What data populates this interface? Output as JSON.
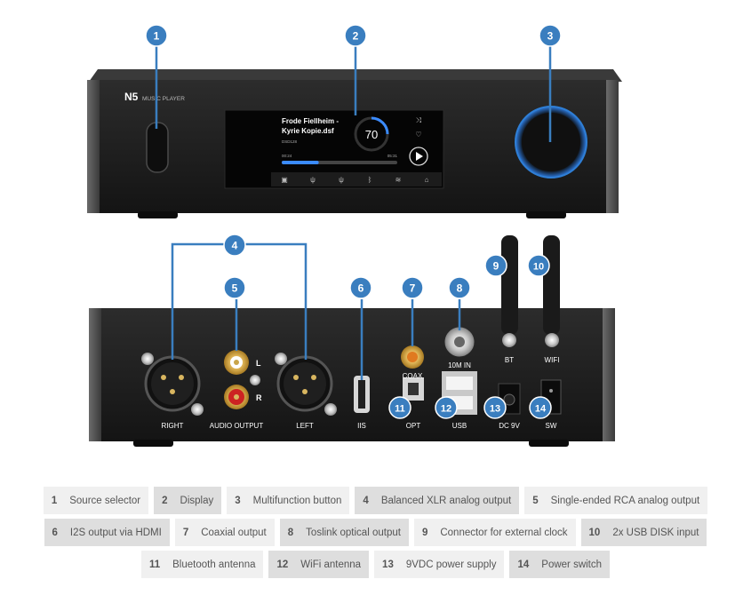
{
  "device": {
    "brand": "N5",
    "model": "MUSIC PLAYER",
    "screen": {
      "track_title_line1": "Frode Fiellheim -",
      "track_title_line2": "Kyrie Kopie.dsf",
      "format": "DSD128",
      "volume": "70",
      "time_elapsed": "00:24",
      "time_total": "05:31",
      "progress": 0.32,
      "bottom_bar_icons": [
        "folder-icon",
        "usb-icon",
        "usb-icon",
        "bluetooth-icon",
        "wifi-icon",
        "network-icon"
      ]
    }
  },
  "callouts": [
    "1",
    "2",
    "3",
    "4",
    "5",
    "6",
    "7",
    "8",
    "9",
    "10",
    "11",
    "12",
    "13",
    "14"
  ],
  "port_labels": {
    "l": "L",
    "r": "R",
    "right": "RIGHT",
    "audio_output": "AUDIO OUTPUT",
    "left": "LEFT",
    "iis": "IIS",
    "coax": "COAX",
    "opt": "OPT",
    "tenm_in": "10M IN",
    "usb": "USB",
    "dc9v": "DC 9V",
    "sw": "SW",
    "bt": "BT",
    "wifi": "WIFI"
  },
  "legend": [
    [
      {
        "num": "1",
        "label": "Source selector",
        "shade": "light"
      },
      {
        "num": "2",
        "label": "Display",
        "shade": "dark"
      },
      {
        "num": "3",
        "label": "Multifunction button",
        "shade": "light"
      },
      {
        "num": "4",
        "label": "Balanced XLR analog output",
        "shade": "dark"
      },
      {
        "num": "5",
        "label": "Single-ended RCA analog output",
        "shade": "light"
      }
    ],
    [
      {
        "num": "6",
        "label": "I2S output via HDMI",
        "shade": "dark"
      },
      {
        "num": "7",
        "label": "Coaxial output",
        "shade": "light"
      },
      {
        "num": "8",
        "label": "Toslink optical output",
        "shade": "dark"
      },
      {
        "num": "9",
        "label": "Connector for external clock",
        "shade": "light"
      },
      {
        "num": "10",
        "label": "2x USB DISK input",
        "shade": "dark"
      }
    ],
    [
      {
        "num": "11",
        "label": "Bluetooth antenna",
        "shade": "light"
      },
      {
        "num": "12",
        "label": "WiFi antenna",
        "shade": "dark"
      },
      {
        "num": "13",
        "label": "9VDC power supply",
        "shade": "light"
      },
      {
        "num": "14",
        "label": "Power switch",
        "shade": "dark"
      }
    ]
  ],
  "colors": {
    "callout_blue": "#3a7ebf",
    "body": "#1b1b1b",
    "knob_ring": "#2f7fd6"
  }
}
